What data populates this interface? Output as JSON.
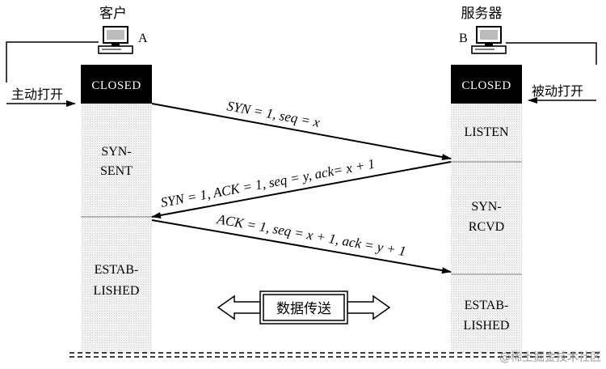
{
  "client": {
    "title": "客户",
    "letter": "A",
    "open_label": "主动打开",
    "states": {
      "closed": "CLOSED",
      "syn_sent": [
        "SYN-",
        "SENT"
      ],
      "established": [
        "ESTAB-",
        "LISHED"
      ]
    }
  },
  "server": {
    "title": "服务器",
    "letter": "B",
    "open_label": "被动打开",
    "states": {
      "closed": "CLOSED",
      "listen": "LISTEN",
      "syn_rcvd": [
        "SYN-",
        "RCVD"
      ],
      "established": [
        "ESTAB-",
        "LISHED"
      ]
    }
  },
  "messages": [
    "SYN = 1, seq = x",
    "SYN = 1, ACK = 1, seq = y, ack= x + 1",
    "ACK = 1, seq = x + 1, ack = y + 1"
  ],
  "data_transfer_label": "数据传送",
  "watermark": "@稀土掘金技术社区",
  "icons": {
    "computer": "computer-icon"
  }
}
